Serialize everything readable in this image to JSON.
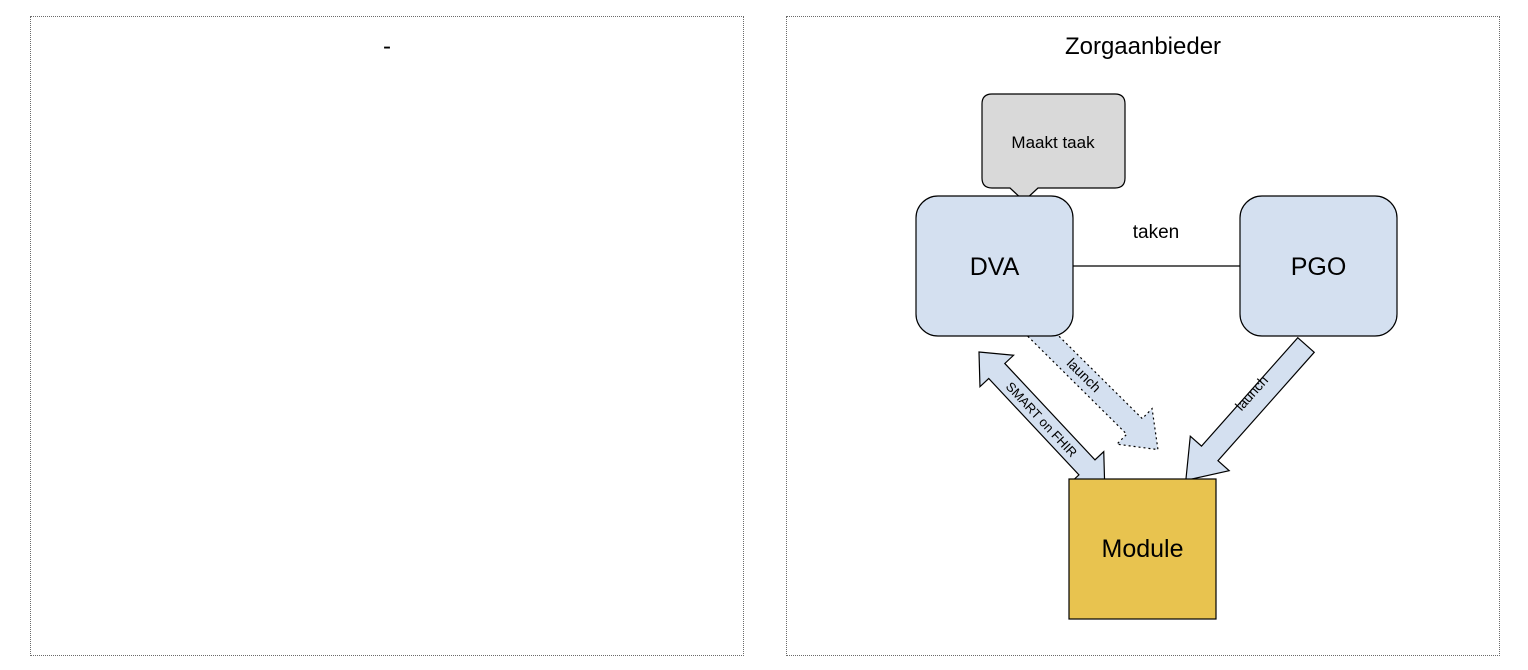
{
  "left_panel": {
    "title": "-"
  },
  "right_panel": {
    "title": "Zorgaanbieder"
  },
  "diagram": {
    "callout": {
      "label": "Maakt taak"
    },
    "nodes": {
      "dva": {
        "label": "DVA"
      },
      "pgo": {
        "label": "PGO"
      },
      "module": {
        "label": "Module"
      }
    },
    "edges": {
      "dva_pgo": {
        "label": "taken"
      },
      "dva_module_launch": {
        "label": "launch"
      },
      "pgo_module_launch": {
        "label": "launch"
      },
      "dva_module_smart": {
        "label": "SMART on FHIR"
      }
    },
    "colors": {
      "node_fill": "#d4e0f0",
      "callout_fill": "#d9d9d9",
      "module_fill": "#e8c34f",
      "stroke": "#000000",
      "frame": "#6b6b6b"
    }
  }
}
